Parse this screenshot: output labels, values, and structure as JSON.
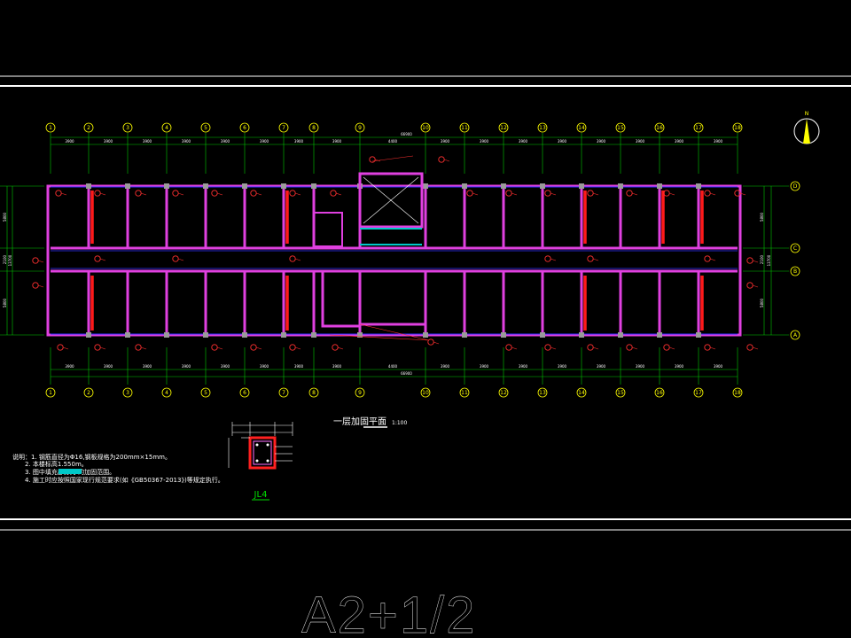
{
  "grid": {
    "columns": [
      "1",
      "2",
      "3",
      "4",
      "5",
      "6",
      "7",
      "8",
      "9",
      "10",
      "11",
      "12",
      "13",
      "14",
      "15",
      "16",
      "17",
      "18"
    ],
    "rows": [
      "D",
      "C",
      "B",
      "A"
    ]
  },
  "dimensions": {
    "top_spans": [
      "3900",
      "3900",
      "3900",
      "3900",
      "3900",
      "3900",
      "3900",
      "3900",
      "4400",
      "3900",
      "3900",
      "3900",
      "3900",
      "3900",
      "3900",
      "3900",
      "3900"
    ],
    "top_total": "66900",
    "bottom_spans": [
      "3900",
      "3900",
      "3900",
      "3900",
      "3900",
      "3900",
      "3900",
      "3900",
      "4400",
      "3900",
      "3900",
      "3900",
      "3900",
      "3900",
      "3900",
      "3900",
      "3900"
    ],
    "bottom_total": "66900",
    "left_spans": [
      "5800",
      "2100",
      "5800"
    ],
    "left_total": "13700",
    "right_spans": [
      "5800",
      "2100",
      "5800"
    ],
    "right_total": "13700"
  },
  "plan": {
    "title": "一层加固平面",
    "scale": "1:100"
  },
  "notes": {
    "lines": [
      "说明：1. 钢筋直径为Φ16,钢板规格为200mm×15mm。",
      "2. 本楼标高1.550m。",
      "3. 图中填充部分为                 的加固范围。",
      "4. 施工时应按照国家现行规范要求(如《GB50367-2013》)等规定执行。"
    ]
  },
  "detail": {
    "label": "JL4"
  },
  "sheet": {
    "size_label": "A2+1/2"
  },
  "north": {
    "label": "N"
  },
  "colors": {
    "frame": "#ffffff",
    "grid": "#00c800",
    "wall": "#e040e0",
    "beam": "#3030ff",
    "reinforce": "#ff1a1a",
    "callout": "#ff3030",
    "bubble": "#ffff00",
    "text": "#ffffff"
  }
}
